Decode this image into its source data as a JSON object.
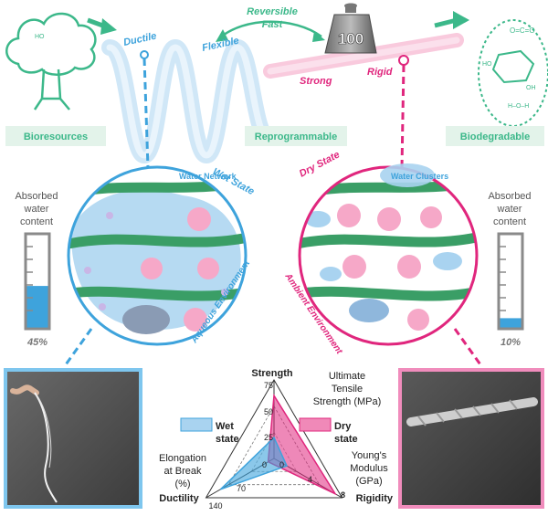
{
  "colors": {
    "green": "#3cb88a",
    "wet_blue": "#3ea3dc",
    "light_blue": "#a9d3f0",
    "dry_pink": "#e0267d",
    "light_pink": "#f6a8c8",
    "fiber_green": "#3a9e66",
    "panel_green": "#e3f3ea"
  },
  "top": {
    "bioresources": "Bioresources",
    "reprogrammable": "Reprogrammable",
    "biodegradable": "Biodegradable",
    "ductile": "Ductile",
    "flexible": "Flexible",
    "reversible": "Reversible",
    "fast": "Fast",
    "strong": "Strong",
    "rigid": "Rigid",
    "weight": "100"
  },
  "wet": {
    "state": "Wet State",
    "water_network": "Water Network",
    "environment": "Aqueous Environment",
    "gauge_title": [
      "Absorbed",
      "water",
      "content"
    ],
    "percent": "45%",
    "fill_fraction": 0.45
  },
  "dry": {
    "state": "Dry State",
    "water_clusters": "Water Clusters",
    "environment": "Ambient Environment",
    "gauge_title": [
      "Absorbed",
      "water",
      "content"
    ],
    "percent": "10%",
    "fill_fraction": 0.1
  },
  "icons": {
    "tree": "tree-icon",
    "sugar": "glucose-molecule-icon",
    "weight": "weight-icon"
  },
  "chart_data": {
    "type": "radar",
    "axes": [
      {
        "name": "Strength",
        "desc": [
          "Ultimate",
          "Tensile",
          "Strength (MPa)"
        ],
        "ticks": [
          "25",
          "50",
          "75"
        ],
        "max": 75
      },
      {
        "name": "Rigidity",
        "desc": [
          "Young's",
          "Modulus",
          "(GPa)"
        ],
        "ticks": [
          "0",
          "4",
          "8"
        ],
        "max": 8
      },
      {
        "name": "Ductility",
        "desc": [
          "Elongation",
          "at Break",
          "(%)"
        ],
        "ticks": [
          "0",
          "70",
          "140"
        ],
        "max": 140
      }
    ],
    "series": [
      {
        "name": "Wet state",
        "color": "#3ea3dc",
        "values": [
          20,
          1.5,
          110
        ]
      },
      {
        "name": "Dry state",
        "color": "#e0267d",
        "values": [
          60,
          7.2,
          12
        ]
      }
    ]
  }
}
